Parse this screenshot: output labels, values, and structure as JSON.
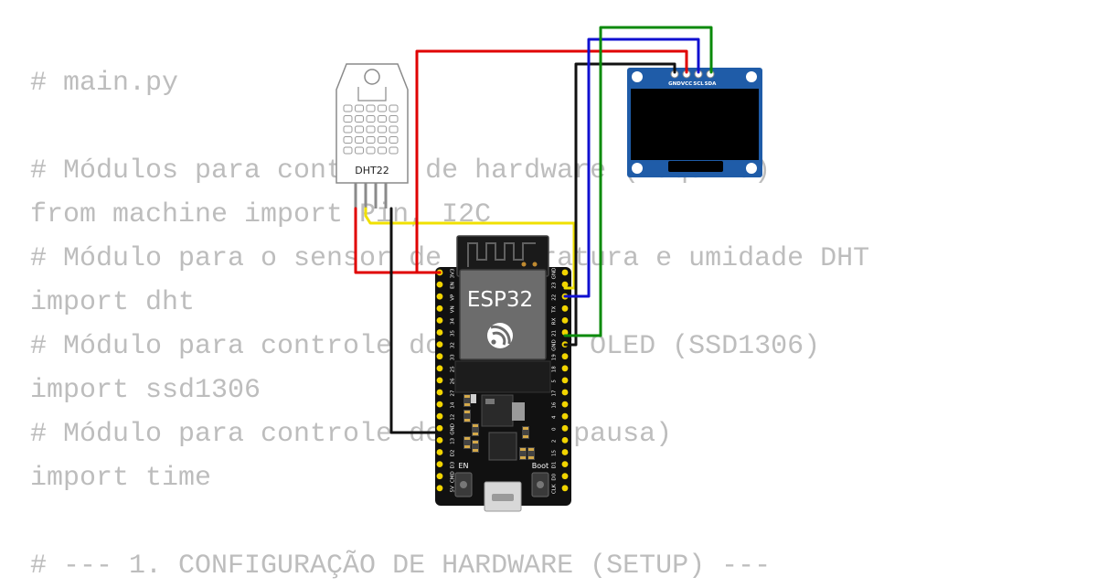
{
  "code_lines": [
    "# main.py",
    "",
    "# Módulos para controle de hardware (máquina)",
    "from machine import Pin, I2C",
    "# Módulo para o sensor de temperatura e umidade DHT",
    "import dht",
    "# Módulo para controle do display OLED (SSD1306)",
    "import ssd1306",
    "# Módulo para controle de tempo (pausa)",
    "import time",
    "",
    "# --- 1. CONFIGURAÇÃO DE HARDWARE (SETUP) ---"
  ],
  "components": {
    "dht22": {
      "label": "DHT22"
    },
    "esp32": {
      "label": "ESP32",
      "left_pins": [
        "3V3",
        "EN",
        "VP",
        "VN",
        "34",
        "35",
        "32",
        "33",
        "25",
        "26",
        "27",
        "14",
        "12",
        "GND",
        "13",
        "D2",
        "D3",
        "CMD",
        "5V"
      ],
      "right_pins": [
        "GND",
        "23",
        "22",
        "TX",
        "RX",
        "21",
        "GND",
        "19",
        "18",
        "5",
        "17",
        "16",
        "4",
        "0",
        "2",
        "15",
        "D1",
        "D0",
        "CLK"
      ],
      "en_button_label": "EN",
      "boot_button_label": "Boot"
    },
    "oled": {
      "pins": [
        "GND",
        "VCC",
        "SCL",
        "SDA"
      ]
    }
  },
  "wire_colors": {
    "power": "#e00000",
    "ground": "#111111",
    "data": "#f0e000",
    "scl": "#1010d0",
    "sda": "#0a8a0a"
  }
}
